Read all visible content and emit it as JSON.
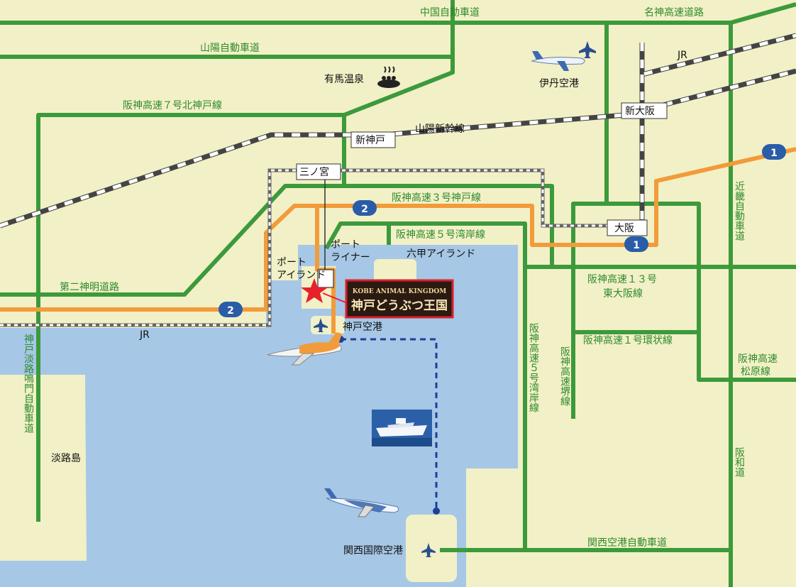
{
  "colors": {
    "land": "#f2f0c6",
    "sea": "#a6c7e6",
    "highway": "#3c9a3c",
    "hanshin": "#f29b3a",
    "rail": "#444444",
    "route": "#1f3f9a",
    "star": "#e8202a",
    "kak_bg": "#2a1a12",
    "kak_border": "#d8202a"
  },
  "labels": {
    "chugoku": "中国自動車道",
    "meishin": "名神高速道路",
    "sanyo_exp": "山陽自動車道",
    "arima": "有馬温泉",
    "itami": "伊丹空港",
    "jr_top": "JR",
    "kita_kobe": "阪神高速７号北神戸線",
    "shin_osaka": "新大阪",
    "shin_kobe": "新神戸",
    "sanyo_shinkansen": "山陽新幹線",
    "sannomiya": "三ノ宮",
    "kobe_line": "阪神高速３号神戸線",
    "kinki": "近畿自動車道",
    "osaka": "大阪",
    "wangan5": "阪神高速５号湾岸線",
    "portliner_1": "ポート",
    "portliner_2": "ライナー",
    "rokko": "六甲アイランド",
    "port_island_1": "ポート",
    "port_island_2": "アイランド",
    "daini_shinmei": "第二神明道路",
    "higashi_osaka_1": "阪神高速１３号",
    "higashi_osaka_2": "東大阪線",
    "kak_en": "KOBE ANIMAL KINGDOM",
    "kak_jp": "神戸どうぶつ王国",
    "kobe_airport": "神戸空港",
    "jr_bottom": "JR",
    "kanjo": "阪神高速１号環状線",
    "matsubara_1": "阪神高速",
    "matsubara_2": "松原線",
    "kobe_awaji": "神戸淡路鳴門自動車道",
    "wangan5_v": "阪神高速５号湾岸線",
    "sakai": "阪神高速堺線",
    "hanwa": "阪和道",
    "awaji": "淡路島",
    "kix": "関西国際空港",
    "kix_exp": "関西空港自動車道",
    "shield_1a": "1",
    "shield_1b": "1",
    "shield_2a": "2",
    "shield_2b": "2"
  },
  "icons": [
    "hot-spring-icon",
    "airplane-icon",
    "ship-icon",
    "star-marker-icon"
  ]
}
